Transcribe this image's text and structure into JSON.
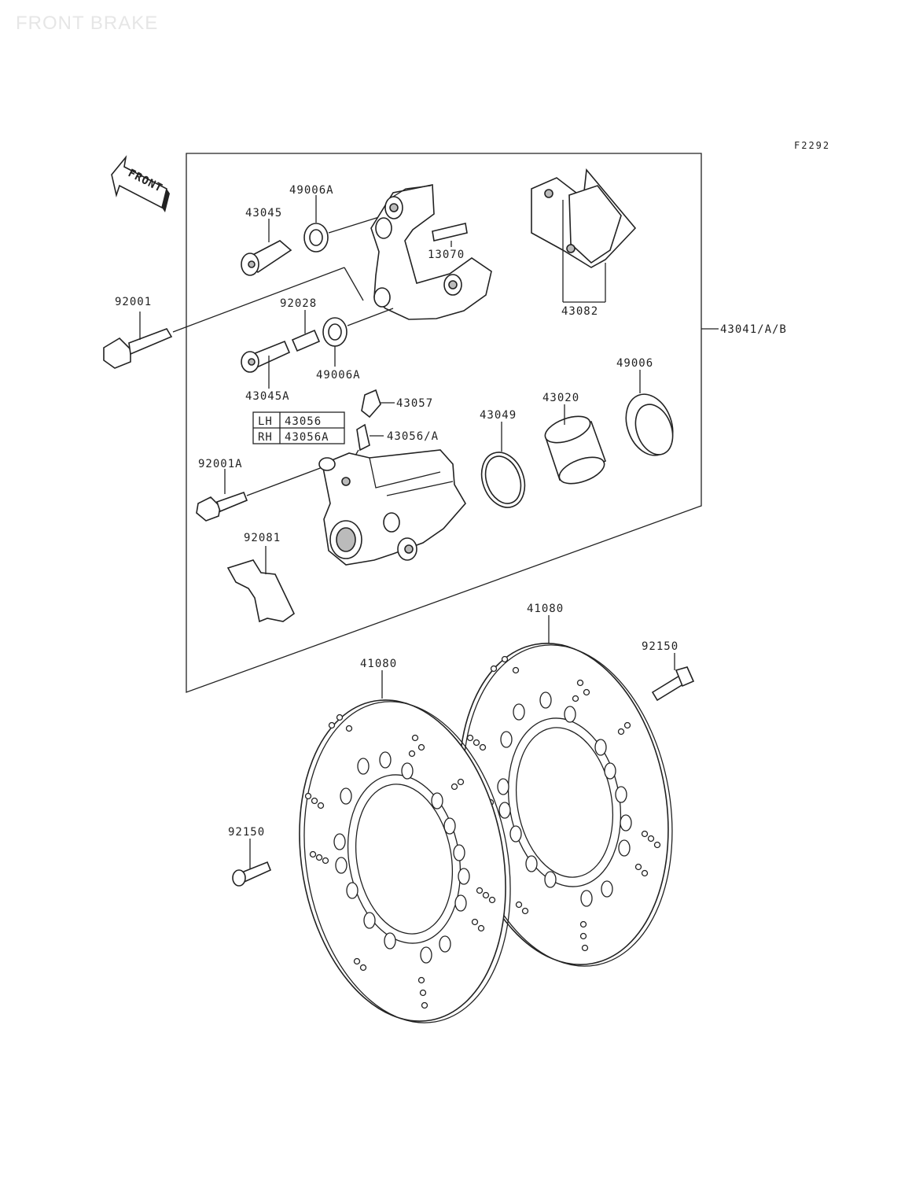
{
  "page": {
    "watermark": "FRONT BRAKE",
    "figure_code": "F2292",
    "front_label": "FRONT"
  },
  "variant_table": {
    "rows": [
      {
        "side": "LH",
        "part": "43056"
      },
      {
        "side": "RH",
        "part": "43056A"
      }
    ]
  },
  "callouts": {
    "c43045": "43045",
    "c49006A_top": "49006A",
    "c13070": "13070",
    "c43082": "43082",
    "c92001": "92001",
    "c92028": "92028",
    "c43041": "43041/A/B",
    "c49006A_bottom": "49006A",
    "c43045A": "43045A",
    "c49006": "49006",
    "c43057": "43057",
    "c43020": "43020",
    "c43049": "43049",
    "c43056A": "43056/A",
    "c92001A": "92001A",
    "c92081": "92081",
    "c41080_right": "41080",
    "c92150_right": "92150",
    "c41080_left": "41080",
    "c92150_left": "92150"
  }
}
